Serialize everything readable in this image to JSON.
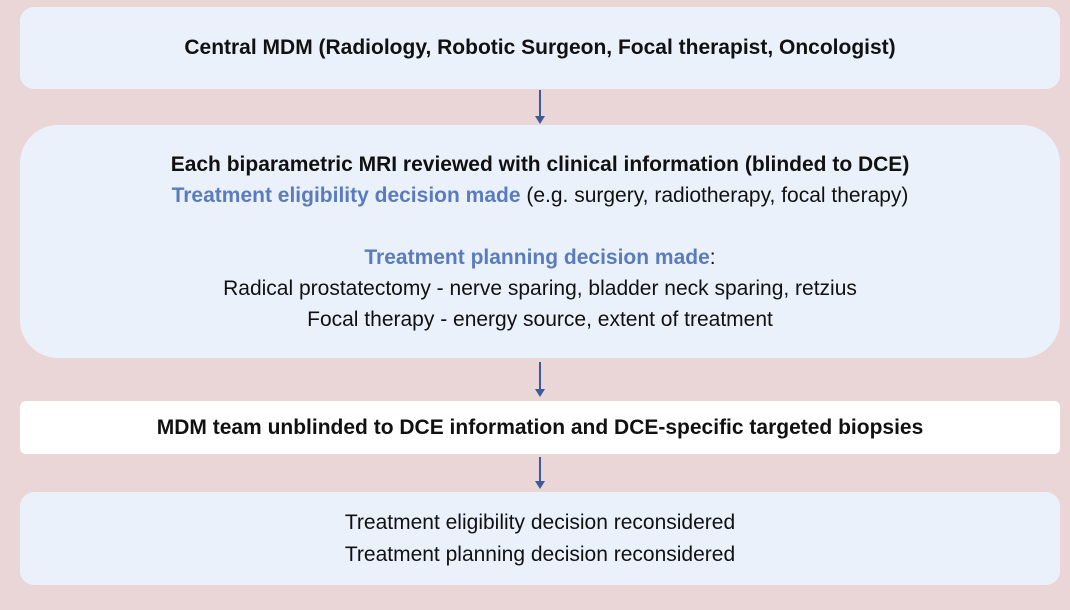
{
  "colors": {
    "background": "#ead6d6",
    "box_fill": "#eaf1fa",
    "highlight_box_fill": "#ffffff",
    "accent_text": "#5a7cbd",
    "arrow": "#3d5a99"
  },
  "steps": [
    {
      "title": "Central MDM (Radiology, Robotic Surgeon, Focal therapist, Oncologist)"
    },
    {
      "heading": "Each biparametric MRI reviewed with clinical information (blinded to DCE)",
      "eligibility_label": "Treatment eligibility decision made",
      "eligibility_detail": " (e.g. surgery, radiotherapy, focal therapy)",
      "planning_label": "Treatment planning decision made",
      "planning_suffix": ":",
      "planning_items": [
        "Radical prostatectomy - nerve sparing, bladder neck sparing, retzius",
        "Focal therapy - energy source, extent of treatment"
      ]
    },
    {
      "title": "MDM team unblinded to DCE information and DCE-specific targeted biopsies"
    },
    {
      "lines": [
        "Treatment eligibility decision reconsidered",
        "Treatment planning decision reconsidered"
      ]
    }
  ]
}
